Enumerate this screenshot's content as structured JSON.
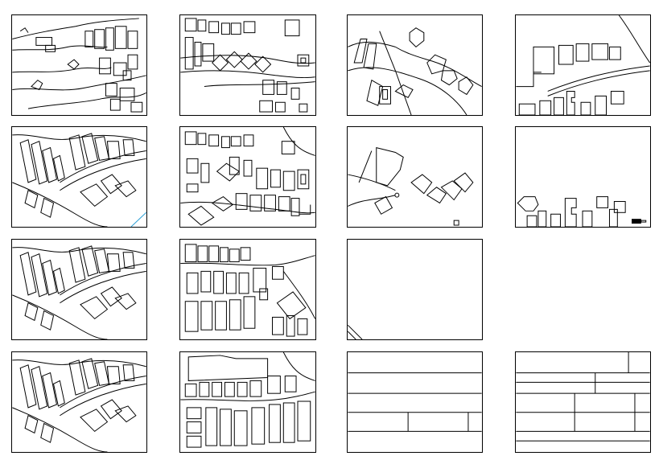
{
  "sheet": {
    "rows": 4,
    "columns": 4,
    "panels": [
      {
        "id": "r1c1",
        "content": "map-riverbank"
      },
      {
        "id": "r1c2",
        "content": "map-dense-blocks"
      },
      {
        "id": "r1c3",
        "content": "map-crossroad"
      },
      {
        "id": "r1c4",
        "content": "map-road-edge"
      },
      {
        "id": "r2c1",
        "content": "map-curved-street"
      },
      {
        "id": "r2c2",
        "content": "map-dense-blocks"
      },
      {
        "id": "r2c3",
        "content": "map-sparse-buildings"
      },
      {
        "id": "r2c4",
        "content": "map-bottom-edge"
      },
      {
        "id": "r3c1",
        "content": "map-curved-street"
      },
      {
        "id": "r3c2",
        "content": "map-dense-blocks"
      },
      {
        "id": "r3c3",
        "content": "map-empty-corner"
      },
      {
        "id": "r3c4",
        "content": "empty"
      },
      {
        "id": "r4c1",
        "content": "map-curved-street"
      },
      {
        "id": "r4c2",
        "content": "map-dense-blocks"
      },
      {
        "id": "r4c3",
        "content": "title-block-table"
      },
      {
        "id": "r4c4",
        "content": "title-block-table"
      }
    ]
  },
  "colors": {
    "line": "#000000",
    "accent": "#2a9fd6",
    "background": "#ffffff"
  }
}
